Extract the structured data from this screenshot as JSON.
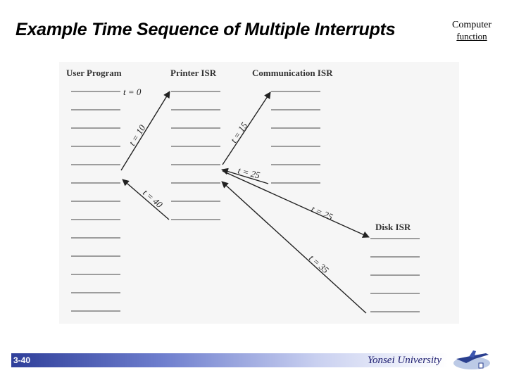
{
  "slide": {
    "title": "Example Time Sequence of Multiple Interrupts",
    "corner_line1": "Computer",
    "corner_line2": "function"
  },
  "diagram": {
    "columns": {
      "user_program": "User Program",
      "printer_isr": "Printer ISR",
      "communication_isr": "Communication ISR",
      "disk_isr": "Disk ISR"
    },
    "time_labels": {
      "t0": "t = 0",
      "t10": "t = 10",
      "t15": "t = 15",
      "t25a": "t = 25",
      "t25b": "t = 25",
      "t35": "t = 35",
      "t40": "t = 40"
    }
  },
  "footer": {
    "page_number": "3-40",
    "university": "Yonsei University"
  }
}
